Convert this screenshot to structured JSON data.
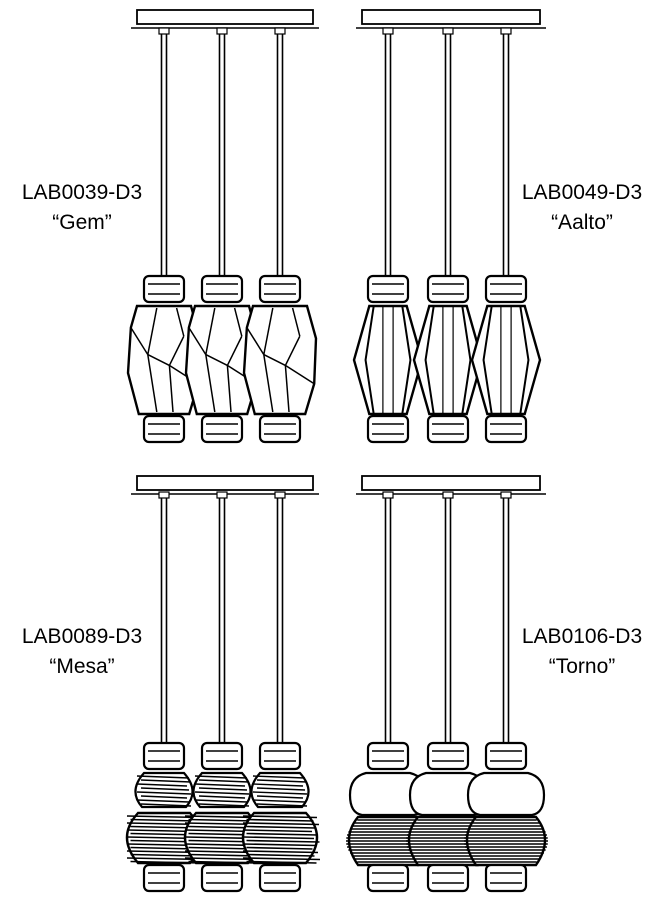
{
  "fixtures": [
    {
      "code": "LAB0039-D3",
      "name": "“Gem”",
      "shade": "faceted-gem"
    },
    {
      "code": "LAB0049-D3",
      "name": "“Aalto”",
      "shade": "faceted-aalto"
    },
    {
      "code": "LAB0089-D3",
      "name": "“Mesa”",
      "shade": "woven-mesa"
    },
    {
      "code": "LAB0106-D3",
      "name": "“Torno”",
      "shade": "ribbed-torno"
    }
  ],
  "colors": {
    "line": "#000000",
    "background": "#ffffff"
  }
}
